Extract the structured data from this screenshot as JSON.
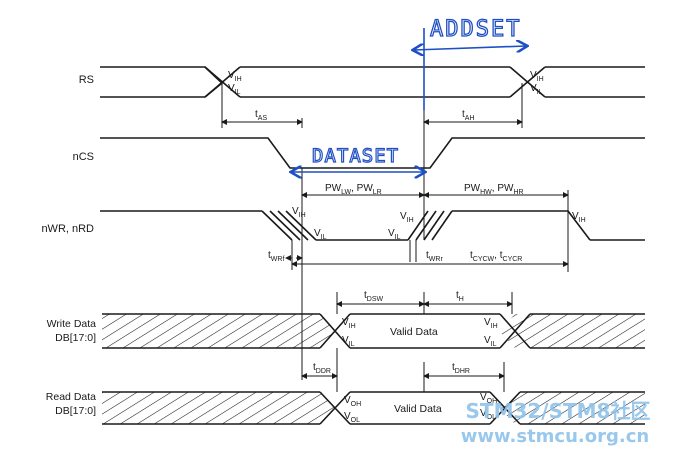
{
  "signals": {
    "rs": "RS",
    "ncs": "nCS",
    "nwr_nrd": "nWR, nRD",
    "write_data_line1": "Write Data",
    "write_data_line2": "DB[17:0]",
    "read_data_line1": "Read Data",
    "read_data_line2": "DB[17:0]"
  },
  "levels": {
    "vih": {
      "base": "V",
      "sub": "IH"
    },
    "vil": {
      "base": "V",
      "sub": "IL"
    },
    "voh": {
      "base": "V",
      "sub": "OH"
    },
    "vol": {
      "base": "V",
      "sub": "OL"
    }
  },
  "timing": {
    "tas": {
      "base": "t",
      "sub": "AS"
    },
    "tah": {
      "base": "t",
      "sub": "AH"
    },
    "pw_low": {
      "a": "PW",
      "a_sub": "LW",
      "b": "PW",
      "b_sub": "LR"
    },
    "pw_high": {
      "a": "PW",
      "a_sub": "HW",
      "b": "PW",
      "b_sub": "HR"
    },
    "twrf": {
      "base": "t",
      "sub": "WRf"
    },
    "twrr": {
      "base": "t",
      "sub": "WRr"
    },
    "tcyc": {
      "a": "t",
      "a_sub": "CYCW",
      "b": "t",
      "b_sub": "CYCR"
    },
    "tdsw": {
      "base": "t",
      "sub": "DSW"
    },
    "th": {
      "base": "t",
      "sub": "H"
    },
    "tddr": {
      "base": "t",
      "sub": "DDR"
    },
    "tdhr": {
      "base": "t",
      "sub": "DHR"
    }
  },
  "valid_data_write": "Valid Data",
  "valid_data_read": "Valid Data",
  "annotations": {
    "addset": "ADDSET",
    "dataset": "DATASET"
  },
  "watermark": {
    "line1": "STM32/STM8社区",
    "line2": "www.stmcu.org.cn"
  },
  "colors": {
    "line": "#1a1a1a",
    "annotation": "#1f4fc4",
    "watermark": "#8fc3ea"
  }
}
